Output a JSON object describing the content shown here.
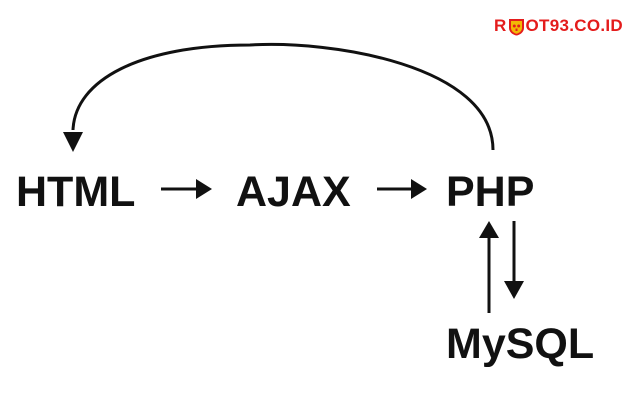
{
  "watermark": {
    "text_before": "R",
    "text_after": "OT93.CO.ID",
    "logo_icon": "skull-shield-logo",
    "color": "#e41c1c",
    "logo_color": "#f2b705"
  },
  "nodes": {
    "html": "HTML",
    "ajax": "AJAX",
    "php": "PHP",
    "mysql": "MySQL"
  },
  "edges": [
    {
      "from": "HTML",
      "to": "AJAX",
      "style": "straight-arrow"
    },
    {
      "from": "AJAX",
      "to": "PHP",
      "style": "straight-arrow"
    },
    {
      "from": "PHP",
      "to": "HTML",
      "style": "curved-arrow-over-top"
    },
    {
      "from": "MySQL",
      "to": "PHP",
      "style": "straight-arrow-up"
    },
    {
      "from": "PHP",
      "to": "MySQL",
      "style": "straight-arrow-down"
    }
  ],
  "colors": {
    "ink": "#111111",
    "background": "#ffffff"
  }
}
